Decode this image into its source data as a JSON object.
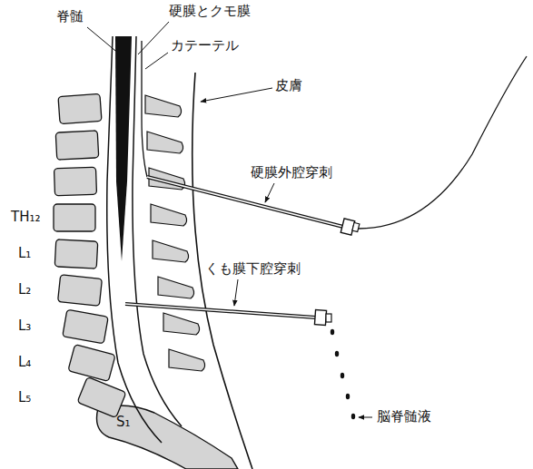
{
  "diagram": {
    "labels": [
      "脊髄",
      "硬膜とクモ膜",
      "カテーテル",
      "皮膚",
      "TH₁₂",
      "L₁",
      "L₂",
      "L₃",
      "L₄",
      "L₅",
      "S₁",
      "硬膜外腔穿刺",
      "くも膜下腔穿刺",
      "脳脊髄液"
    ]
  }
}
